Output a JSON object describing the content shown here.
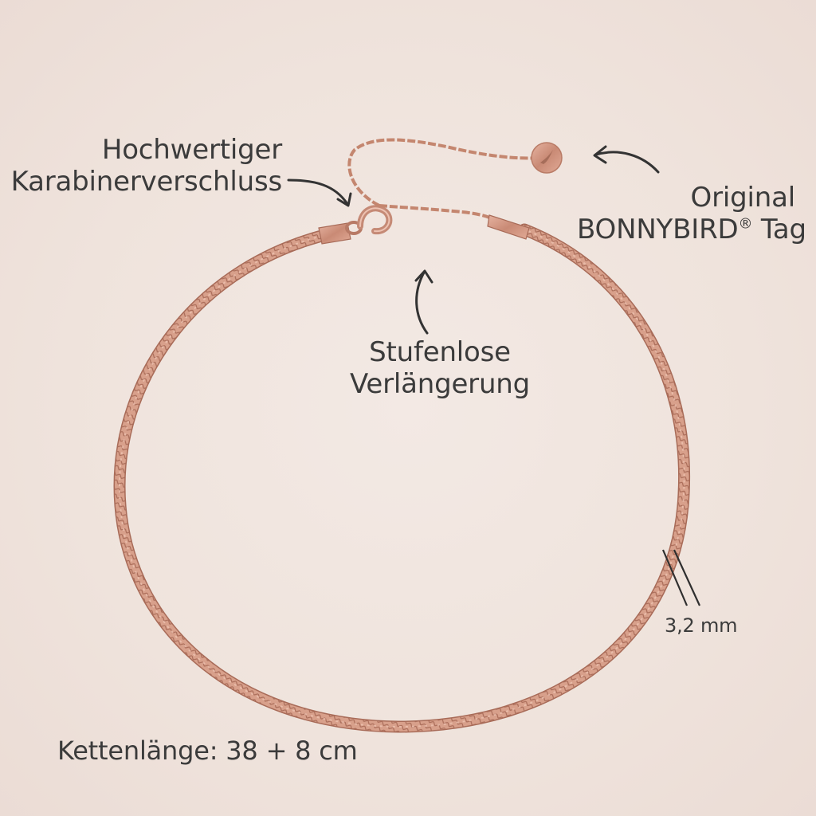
{
  "labels": {
    "clasp_line1": "Hochwertiger",
    "clasp_line2": "Karabinerverschluss",
    "tag_line1": "Original",
    "tag_brand": "BONNYBIRD",
    "tag_reg": "®",
    "tag_word": " Tag",
    "extension_line1": "Stufenlose",
    "extension_line2": "Verlängerung",
    "length": "Kettenlänge: 38 + 8 cm",
    "width": "3,2 mm"
  },
  "colors": {
    "background": "#efe3dc",
    "chain": "#d49a86",
    "chain_dark": "#a86b58",
    "text": "#3b3b3b"
  },
  "icons": [
    "clasp-arrow-icon",
    "tag-arrow-icon",
    "extension-arrow-icon",
    "bird-logo-icon"
  ]
}
